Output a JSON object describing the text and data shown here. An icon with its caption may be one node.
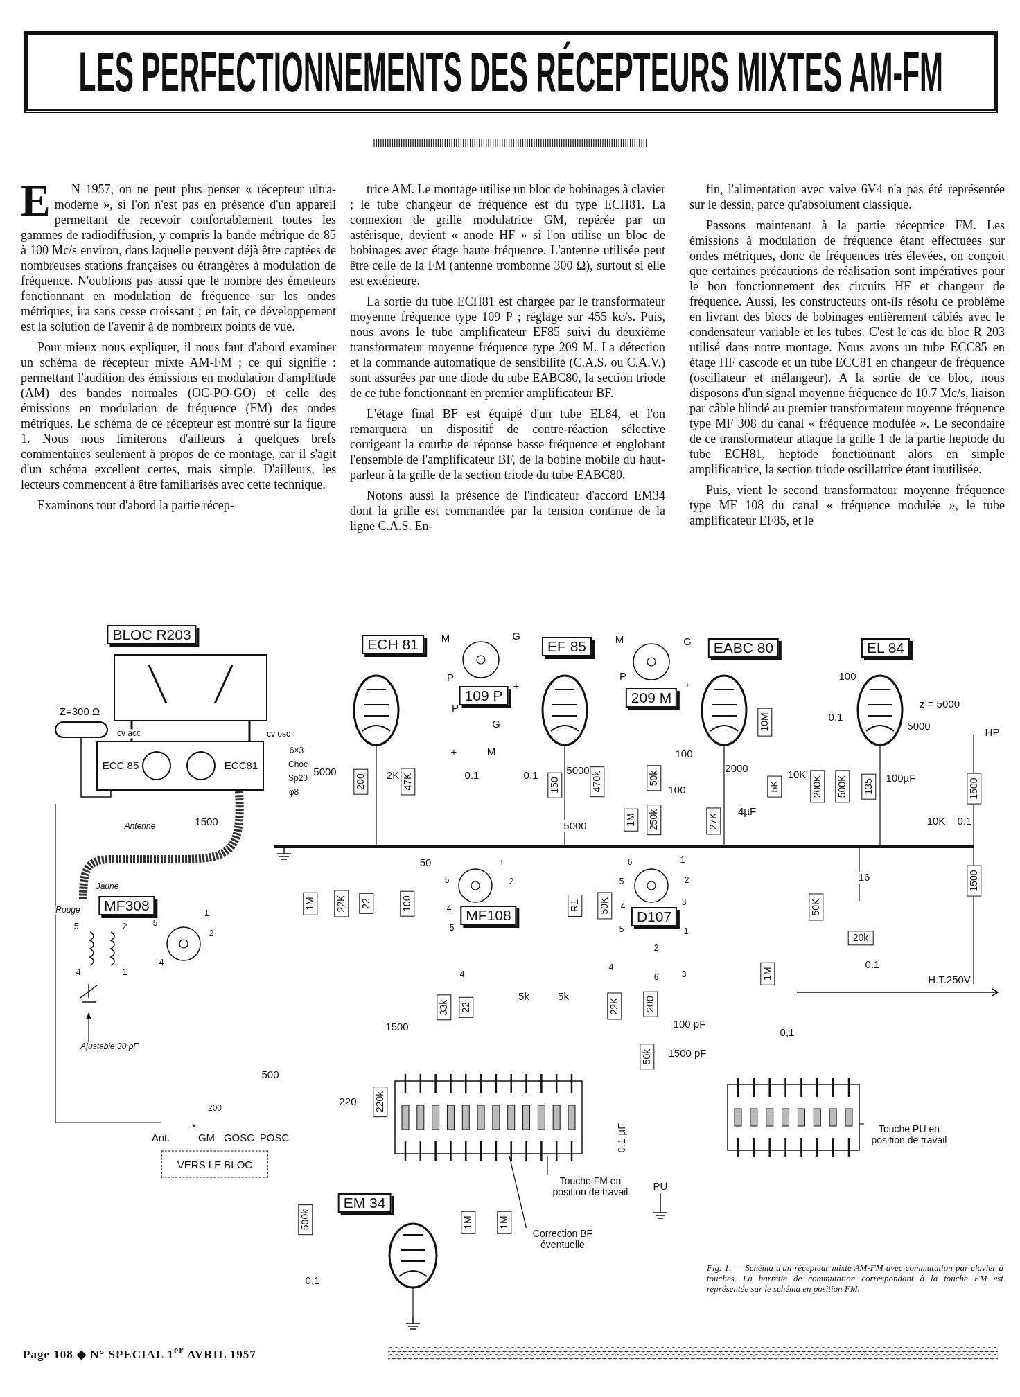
{
  "diagram": {
    "title": "LES PERFECTIONNEMENTS DES RÉCEPTEURS MIXTES AM-FM",
    "caption": "Fig. 1. — Schéma d'un récepteur mixte AM-FM avec commutation par clavier à touches. La barrette de commutation correspondant à la touche FM est représentée sur le schéma en position FM.",
    "nodes": [
      {
        "text": [
          "BLOC R203"
        ]
      },
      {
        "text": [
          "ECH 81"
        ]
      },
      {
        "text": [
          "109 P"
        ]
      },
      {
        "text": [
          "EF 85"
        ]
      },
      {
        "text": [
          "209 M"
        ]
      },
      {
        "text": [
          "EABC 80"
        ]
      },
      {
        "text": [
          "EL 84"
        ]
      },
      {
        "text": [
          "MF308"
        ]
      },
      {
        "text": [
          "MF108"
        ]
      },
      {
        "text": [
          "D107"
        ]
      },
      {
        "text": [
          "VERS LE BLOC"
        ]
      },
      {
        "text": [
          "EM 34"
        ]
      },
      {
        "text": [
          "Touche FM en position de travail"
        ]
      },
      {
        "text": [
          "Correction BF éventuelle"
        ]
      },
      {
        "text": [
          "Touche PU en position de travail"
        ]
      },
      {
        "text": [
          "Ajustable 30 pF"
        ]
      }
    ],
    "edges": [
      {
        "from": 12,
        "to": null,
        "arrow": "none"
      },
      {
        "from": 13,
        "to": null,
        "arrow": "none"
      },
      {
        "from": 14,
        "to": null,
        "arrow": "none"
      },
      {
        "from": 15,
        "to": null,
        "arrow": "to"
      }
    ],
    "labels": [
      "EN 1957, on ne peut plus penser « récepteur ultra-moderne », si l'on n'est pas en présence d'un appareil permettant de recevoir confortablement toutes les gammes de radiodiffusion, y compris la bande métrique de 85 à 100 Mc/s environ, dans laquelle peuvent déjà être captées de nombreuses stations françaises ou étrangères à modulation de fréquence. N'oublions pas aussi que le nombre des émetteurs fonctionnant en modulation de fréquence sur les ondes métriques, ira sans cesse croissant ; en fait, ce développement est la solution de l'avenir à de nombreux points de vue.",
      "Pour mieux nous expliquer, il nous faut d'abord examiner un schéma de récepteur mixte AM-FM ; ce qui signifie : permettant l'audition des émissions en modulation d'amplitude (AM) des bandes normales (OC-PO-GO) et celle des émissions en modulation de fréquence (FM) des ondes métriques. Le schéma de ce récepteur est montré sur la figure 1. Nous nous limiterons d'ailleurs à quelques brefs commentaires seulement à propos de ce montage, car il s'agit d'un schéma excellent certes, mais simple. D'ailleurs, les lecteurs commencent à être familiarisés avec cette technique.",
      "Examinons tout d'abord la partie récep-",
      "trice AM. Le montage utilise un bloc de bobinages à clavier ; le tube changeur de fréquence est du type ECH81. La connexion de grille modulatrice GM, repérée par un astérisque, devient « anode HF » si l'on utilise un bloc de bobinages avec étage haute fréquence. L'antenne utilisée peut être celle de la FM (antenne trombonne 300 Ω), surtout si elle est extérieure.",
      "La sortie du tube ECH81 est chargée par le transformateur moyenne fréquence type 109 P ; réglage sur 455 kc/s. Puis, nous avons le tube amplificateur EF85 suivi du deuxième transformateur moyenne fréquence type 209 M. La détection et la commande automatique de sensibilité (C.A.S. ou C.A.V.) sont assurées par une diode du tube EABC80, la section triode de ce tube fonctionnant en premier amplificateur BF.",
      "L'étage final BF est équipé d'un tube EL84, et l'on remarquera un dispositif de contre-réaction sélective corrigeant la courbe de réponse basse fréquence et englobant l'ensemble de l'amplificateur BF, de la bobine mobile du haut-parleur à la grille de la section triode du tube EABC80.",
      "Notons aussi la présence de l'indicateur d'accord EM34 dont la grille est commandée par la tension continue de la ligne C.A.S. En-",
      "fin, l'alimentation avec valve 6V4 n'a pas été représentée sur le dessin, parce qu'absolument classique.",
      "Passons maintenant à la partie réceptrice FM. Les émissions à modulation de fréquence étant effectuées sur ondes métriques, donc de fréquences très élevées, on conçoit que certaines précautions de réalisation sont impératives pour le bon fonctionnement des circuits HF et changeur de fréquence. Aussi, les constructeurs ont-ils résolu ce problème en livrant des blocs de bobinages entièrement câblés avec le condensateur variable et les tubes. C'est le cas du bloc R 203 utilisé dans notre montage. Nous avons un tube ECC85 en étage HF cascode et un tube ECC81 en changeur de fréquence (oscillateur et mélangeur). A la sortie de ce bloc, nous disposons d'un signal moyenne fréquence de 10.7 Mc/s, liaison par câble blindé au premier transformateur moyenne fréquence type MF 308 du canal « fréquence modulée ». Le secondaire de ce transformateur attaque la grille 1 de la partie heptode du tube ECH81, heptode fonctionnant alors en simple amplificatrice, la section triode oscillatrice étant inutilisée.",
      "Puis, vient le second transformateur moyenne fréquence type MF 108 du canal « fréquence modulée », le tube amplificateur EF85, et le",
      "Z=300 Ω",
      "cv acc",
      "cv osc",
      "ECC 85",
      "ECC81",
      "6×3",
      "Choc",
      "Sp20",
      "φ8",
      "Antenne",
      "1500",
      "M",
      "G",
      "P",
      "+",
      "P",
      "G",
      "+",
      "M",
      "5000",
      "200",
      "2K",
      "47K",
      "0.1",
      "M",
      "G",
      "P",
      "+",
      "0.1",
      "150",
      "5000",
      "470k",
      "5000",
      "100",
      "50k",
      "100",
      "1M",
      "250k",
      "2000",
      "27K",
      "4µF",
      "10M",
      "5K",
      "10K",
      "200K",
      "500K",
      "135",
      "100µF",
      "100",
      "0.1",
      "z = 5000",
      "5000",
      "HP",
      "1500",
      "10K",
      "0.1",
      "50",
      "1M",
      "22K",
      "22",
      "100",
      "1",
      "5",
      "2",
      "4",
      "Jaune",
      "Rouge",
      "5",
      "2",
      "5",
      "1",
      "2",
      "4",
      "4",
      "1",
      "6",
      "1",
      "5",
      "2",
      "4",
      "3",
      "1500",
      "16",
      "R1",
      "50K",
      "50K",
      "5",
      "5",
      "1",
      "2",
      "4",
      "4",
      "6",
      "3",
      "20k",
      "0.1",
      "H.T.250V",
      "5k",
      "5k",
      "1M",
      "33k",
      "22",
      "22K",
      "200",
      "1500",
      "100 pF",
      "0,1",
      "50k",
      "1500 pF",
      "500",
      "200",
      "220",
      "220k",
      "Ant.",
      "*",
      "GM",
      "GOSC",
      "POSC",
      "0,1 µF",
      "PU",
      "500k",
      "1M",
      "1M",
      "0,1",
      "Page 108 ◆ N° SPECIAL 1$^{er}$ AVRIL 1957"
    ]
  }
}
